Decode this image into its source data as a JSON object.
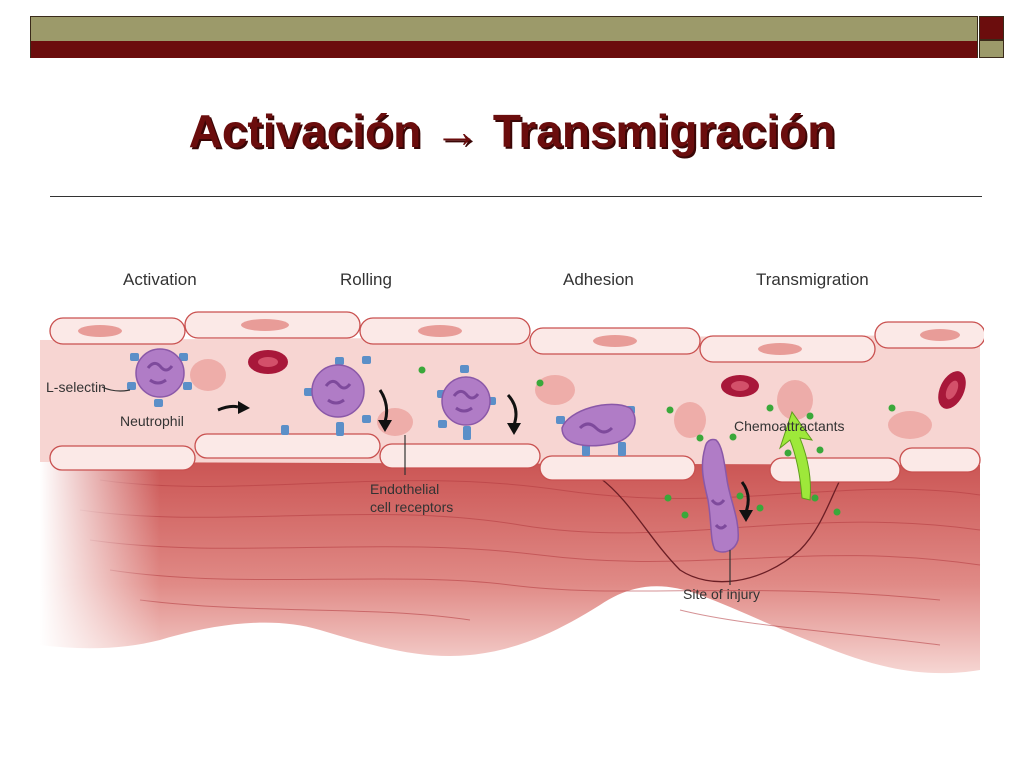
{
  "title": "Activación → Transmigración",
  "diagram": {
    "stage_labels": [
      "Activation",
      "Rolling",
      "Adhesion",
      "Transmigration"
    ],
    "callouts": {
      "l_selectin": "L-selectin",
      "neutrophil": "Neutrophil",
      "endothelial_line1": "Endothelial",
      "endothelial_line2": "cell receptors",
      "chemoattractants": "Chemoattractants",
      "site_of_injury": "Site of injury"
    }
  },
  "colors": {
    "bar_olive": "#9c9a6a",
    "bar_maroon": "#6b0d0d",
    "title": "#6b0d0d",
    "tissue": "#d97a78",
    "endothelium": "#f7d5d2",
    "neutrophil": "#b07cc6",
    "receptor": "#5b8fc8",
    "red_blood_cell": "#a8183a",
    "chemoattractant": "#3aa83a"
  }
}
